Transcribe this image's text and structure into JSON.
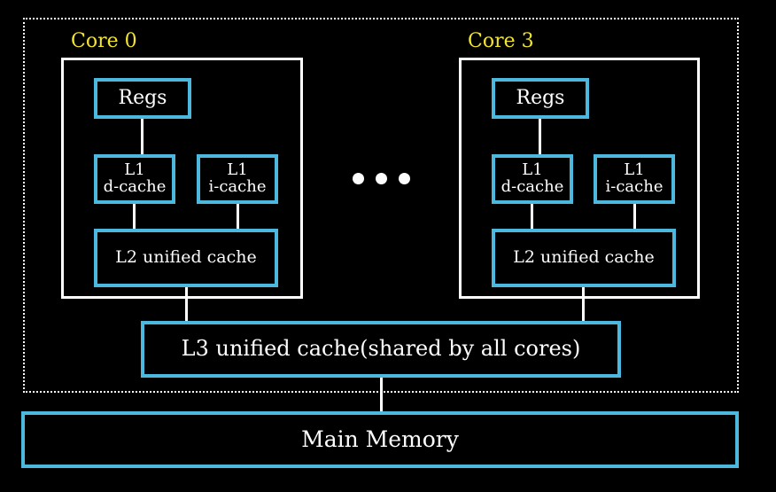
{
  "cores": [
    {
      "label": "Core 0",
      "regs": "Regs",
      "l1d_line1": "L1",
      "l1d_line2": "d-cache",
      "l1i_line1": "L1",
      "l1i_line2": "i-cache",
      "l2": "L2 unified cache"
    },
    {
      "label": "Core 3",
      "regs": "Regs",
      "l1d_line1": "L1",
      "l1d_line2": "d-cache",
      "l1i_line1": "L1",
      "l1i_line2": "i-cache",
      "l2": "L2 unified cache"
    }
  ],
  "l3": "L3 unified cache(shared by all cores)",
  "main_memory": "Main Memory",
  "colors": {
    "background": "#000000",
    "cache_border": "#4db8dd",
    "core_label": "#f2e430",
    "lines": "#ffffff"
  }
}
